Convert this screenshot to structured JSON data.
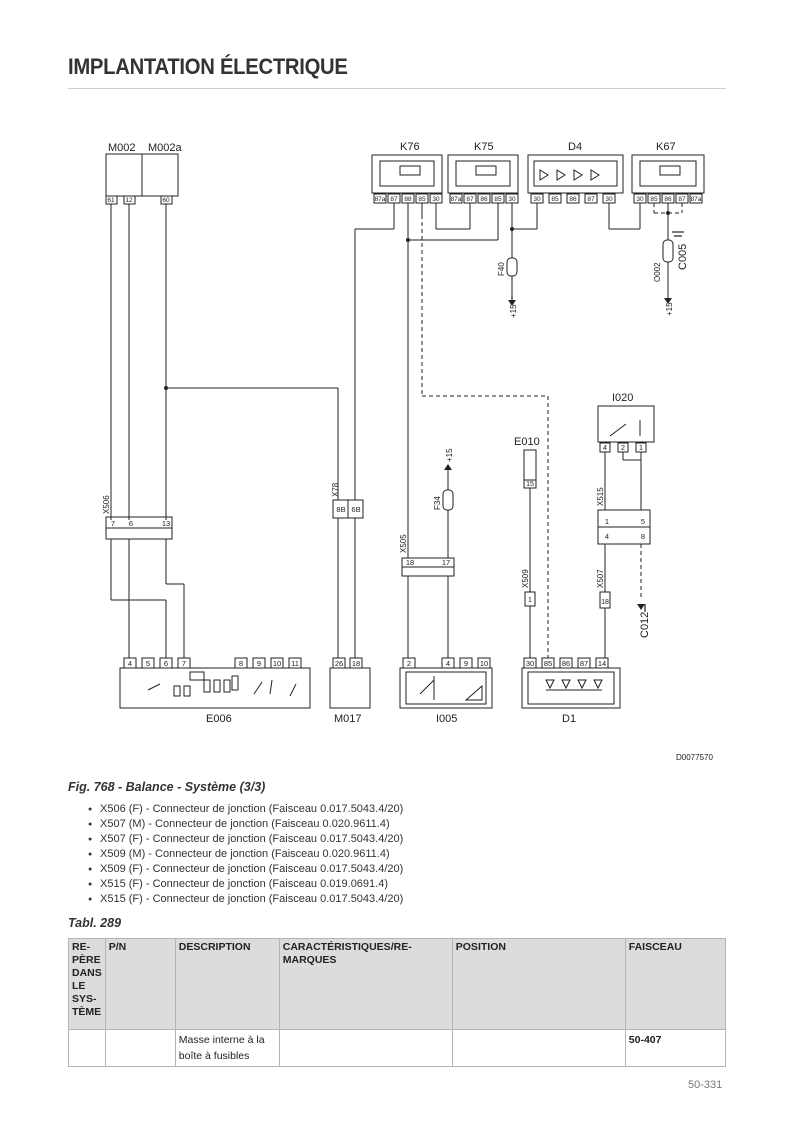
{
  "header": {
    "title": "IMPLANTATION ÉLECTRIQUE"
  },
  "diagram": {
    "components": {
      "M002": "M002",
      "M002a": "M002a",
      "K76": "K76",
      "K75": "K75",
      "D4": "D4",
      "K67": "K67",
      "I020": "I020",
      "E010": "E010",
      "E006": "E006",
      "M017": "M017",
      "I005": "I005",
      "D1": "D1"
    },
    "fuses": {
      "F40": "F40",
      "F34": "F34",
      "O002": "O002"
    },
    "connectors": {
      "X506": "X506",
      "X507": "X507",
      "X509": "X509",
      "X515": "X515",
      "X505": "X505",
      "X78": "X78"
    },
    "grounds": {
      "C005": "C005",
      "C012": "C012"
    },
    "supply": {
      "plus15": "+15"
    },
    "pins": {
      "m002": [
        "61",
        "12"
      ],
      "m002a": [
        "60"
      ],
      "k76": [
        "87a",
        "87",
        "88",
        "85",
        "30"
      ],
      "k75": [
        "87a",
        "87",
        "86",
        "85",
        "30"
      ],
      "d4": [
        "30",
        "85",
        "86",
        "87",
        "30"
      ],
      "k67": [
        "30",
        "85",
        "86",
        "87",
        "87a"
      ],
      "x506": [
        "7",
        "6",
        "13"
      ],
      "x78": [
        "8B",
        "6B"
      ],
      "x505": [
        "18",
        "17"
      ],
      "x515": [
        "1",
        "5",
        "4",
        "8"
      ],
      "i020": [
        "4",
        "2",
        "1"
      ],
      "e010": [
        "15"
      ],
      "x509": [
        "1"
      ],
      "x507": [
        "18"
      ],
      "e006": [
        "4",
        "5",
        "6",
        "7",
        "8",
        "9",
        "10",
        "11"
      ],
      "m017": [
        "26",
        "18"
      ],
      "i005": [
        "2",
        "4",
        "9",
        "10"
      ],
      "d1": [
        "30",
        "85",
        "86",
        "87",
        "14"
      ]
    },
    "reference": "D0077570"
  },
  "figure": {
    "caption": "Fig. 768 - Balance - Système (3/3)",
    "legend": [
      "X506 (F) - Connecteur de jonction (Faisceau 0.017.5043.4/20)",
      "X507 (M) - Connecteur de jonction (Faisceau 0.020.9611.4)",
      "X507 (F) - Connecteur de jonction (Faisceau 0.017.5043.4/20)",
      "X509 (M) - Connecteur de jonction (Faisceau 0.020.9611.4)",
      "X509 (F) - Connecteur de jonction (Faisceau 0.017.5043.4/20)",
      "X515 (F) - Connecteur de jonction (Faisceau 0.019.0691.4)",
      "X515 (F) - Connecteur de jonction (Faisceau 0.017.5043.4/20)"
    ]
  },
  "table": {
    "title": "Tabl. 289",
    "headers": {
      "repere": [
        "RE-",
        "PÈRE",
        "DANS",
        "LE",
        "SYS-",
        "TÈME"
      ],
      "pn": "P/N",
      "description": "DESCRIPTION",
      "caracteristiques": [
        "CARACTÉRISTIQUES/RE-",
        "MARQUES"
      ],
      "position": "POSITION",
      "faisceau": "FAISCEAU"
    },
    "rows": [
      {
        "repere": "",
        "pn": "",
        "description": [
          "Masse interne à la",
          "boîte à fusibles"
        ],
        "caracteristiques": "",
        "position": "",
        "faisceau": "50-407"
      }
    ]
  },
  "footer": {
    "page_number": "50-331"
  }
}
